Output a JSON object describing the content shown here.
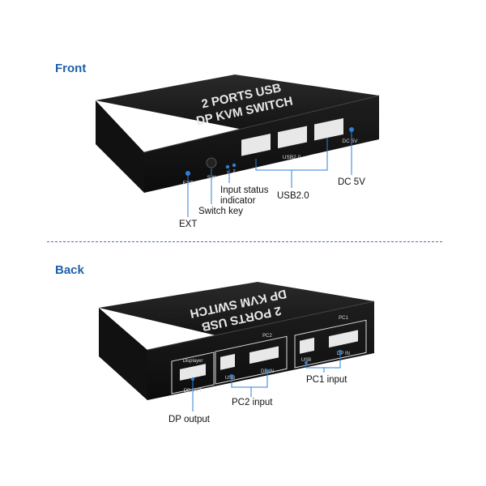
{
  "front": {
    "title": "Front",
    "panel_text": {
      "line1": "2 PORTS USB",
      "line2": "DP KVM SWITCH"
    },
    "port_labels": {
      "ext": "EXT",
      "sw": "SW",
      "indicator_1": "1",
      "indicator_2": "2",
      "usb": "USB2.0",
      "dc": "DC 5V"
    },
    "callouts": {
      "ext": "EXT",
      "switch_key": "Switch key",
      "indicator_line1": "Input status",
      "indicator_line2": "indicator",
      "usb": "USB2.0",
      "dc": "DC 5V"
    }
  },
  "back": {
    "title": "Back",
    "panel_text": {
      "line1": "2 PORTS USB",
      "line2": "DP KVM SWITCH"
    },
    "port_labels": {
      "displayer": "Displayer",
      "dp_out": "DP OUT",
      "pc2": "PC2",
      "pc1": "PC1",
      "usb": "USB",
      "dp_in": "DP IN"
    },
    "callouts": {
      "dp_output": "DP output",
      "pc2_input": "PC2 input",
      "pc1_input": "PC1 input"
    }
  },
  "colors": {
    "accent": "#1f5fa8",
    "device_body": "#1b1b1b",
    "port_blue": "#2f7fd8"
  }
}
